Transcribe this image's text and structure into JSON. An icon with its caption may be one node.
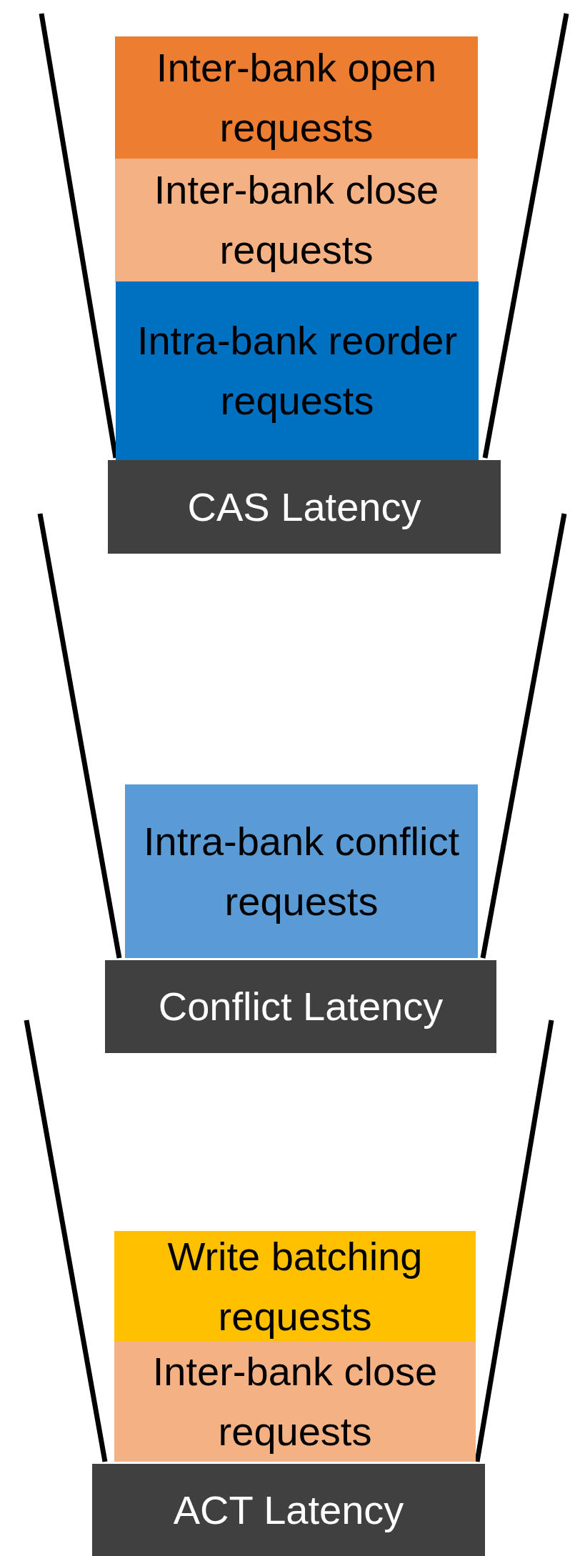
{
  "diagram": {
    "nodes": [
      {
        "text": [
          "Inter-bank open requests"
        ]
      },
      {
        "text": [
          "Inter-bank close requests"
        ]
      },
      {
        "text": [
          "Intra-bank reorder requests"
        ]
      },
      {
        "text": [
          "CAS Latency"
        ]
      },
      {
        "text": [
          "Intra-bank conflict requests"
        ]
      },
      {
        "text": [
          "Conflict Latency"
        ]
      },
      {
        "text": [
          "Write batching requests"
        ]
      },
      {
        "text": [
          "Inter-bank close requests"
        ]
      },
      {
        "text": [
          "ACT Latency"
        ]
      }
    ],
    "edges": []
  }
}
